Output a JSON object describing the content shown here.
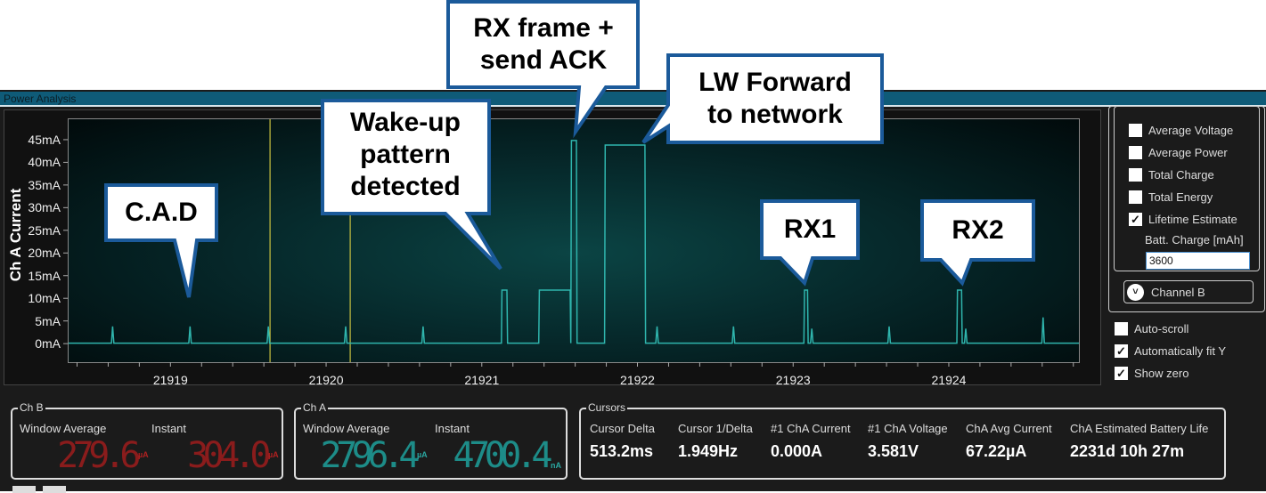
{
  "window": {
    "title": "Power Analysis"
  },
  "chart_data": {
    "type": "line",
    "ylabel": "Ch A Current",
    "xlim": [
      21918.34,
      21924.83
    ],
    "ylim": [
      -3.9,
      49.7
    ],
    "y_unit": "mA",
    "yticks": [
      "0mA",
      "5mA",
      "10mA",
      "15mA",
      "20mA",
      "25mA",
      "30mA",
      "35mA",
      "40mA",
      "45mA"
    ],
    "ytick_values": [
      0,
      5,
      10,
      15,
      20,
      25,
      30,
      35,
      40,
      45
    ],
    "xticks": [
      "21919",
      "21920",
      "21921",
      "21922",
      "21923",
      "21924"
    ],
    "xtick_values": [
      21919,
      21920,
      21921,
      21922,
      21923,
      21924
    ],
    "baseline": 0.3,
    "spikes": [
      [
        21918.623,
        4
      ],
      [
        21919.12,
        4
      ],
      [
        21919.623,
        4
      ],
      [
        21920.12,
        4
      ],
      [
        21920.617,
        4
      ],
      [
        21922.12,
        4
      ],
      [
        21922.611,
        4
      ],
      [
        21923.114,
        3.5
      ],
      [
        21923.611,
        4
      ],
      [
        21924.103,
        3.5
      ],
      [
        21924.6,
        6
      ]
    ],
    "pulses": [
      [
        21921.12,
        21921.16,
        12
      ],
      [
        21921.36,
        21921.566,
        12
      ],
      [
        21921.566,
        21921.606,
        45
      ],
      [
        21921.783,
        21922.046,
        44
      ],
      [
        21923.063,
        21923.091,
        12
      ],
      [
        21924.046,
        21924.08,
        12
      ]
    ],
    "cursors": [
      21919.634,
      21920.149
    ],
    "colors": {
      "trace": "#2fb5ad",
      "cursor": "#c8c040"
    },
    "grid": false
  },
  "callouts": {
    "cad": "C.A.D",
    "wakeup": "Wake-up pattern detected",
    "rxframe": "RX frame + send ACK",
    "lwforward": "LW Forward to network",
    "rx1": "RX1",
    "rx2": "RX2"
  },
  "right_panel": {
    "options": [
      {
        "label": "Average Voltage",
        "checked": false
      },
      {
        "label": "Average Power",
        "checked": false
      },
      {
        "label": "Total Charge",
        "checked": false
      },
      {
        "label": "Total Energy",
        "checked": false
      },
      {
        "label": "Lifetime Estimate",
        "checked": true
      }
    ],
    "batt_label": "Batt. Charge [mAh]",
    "batt_value": "3600",
    "channel_b": "Channel B",
    "toggles": [
      {
        "label": "Auto-scroll",
        "checked": false
      },
      {
        "label": "Automatically fit Y",
        "checked": true
      },
      {
        "label": "Show zero",
        "checked": true
      }
    ]
  },
  "ch_b": {
    "title": "Ch B",
    "avg_label": "Window Average",
    "inst_label": "Instant",
    "avg_value": "279.6",
    "avg_unit": "µA",
    "inst_value": "304.0",
    "inst_unit": "µA",
    "color": "#8a1c1c"
  },
  "ch_a": {
    "title": "Ch A",
    "avg_label": "Window Average",
    "inst_label": "Instant",
    "avg_value": "2796.4",
    "avg_unit": "µA",
    "inst_value": "4700.4",
    "inst_unit": "nA",
    "color": "#1d8c88"
  },
  "cursors_panel": {
    "title": "Cursors",
    "items": [
      {
        "label": "Cursor Delta",
        "value": "513.2ms"
      },
      {
        "label": "Cursor 1/Delta",
        "value": "1.949Hz"
      },
      {
        "label": "#1 ChA Current",
        "value": "0.000A"
      },
      {
        "label": "#1 ChA Voltage",
        "value": "3.581V"
      },
      {
        "label": "ChA Avg Current",
        "value": "67.22µA"
      },
      {
        "label": "ChA Estimated Battery Life",
        "value": "2231d 10h 27m"
      }
    ]
  }
}
